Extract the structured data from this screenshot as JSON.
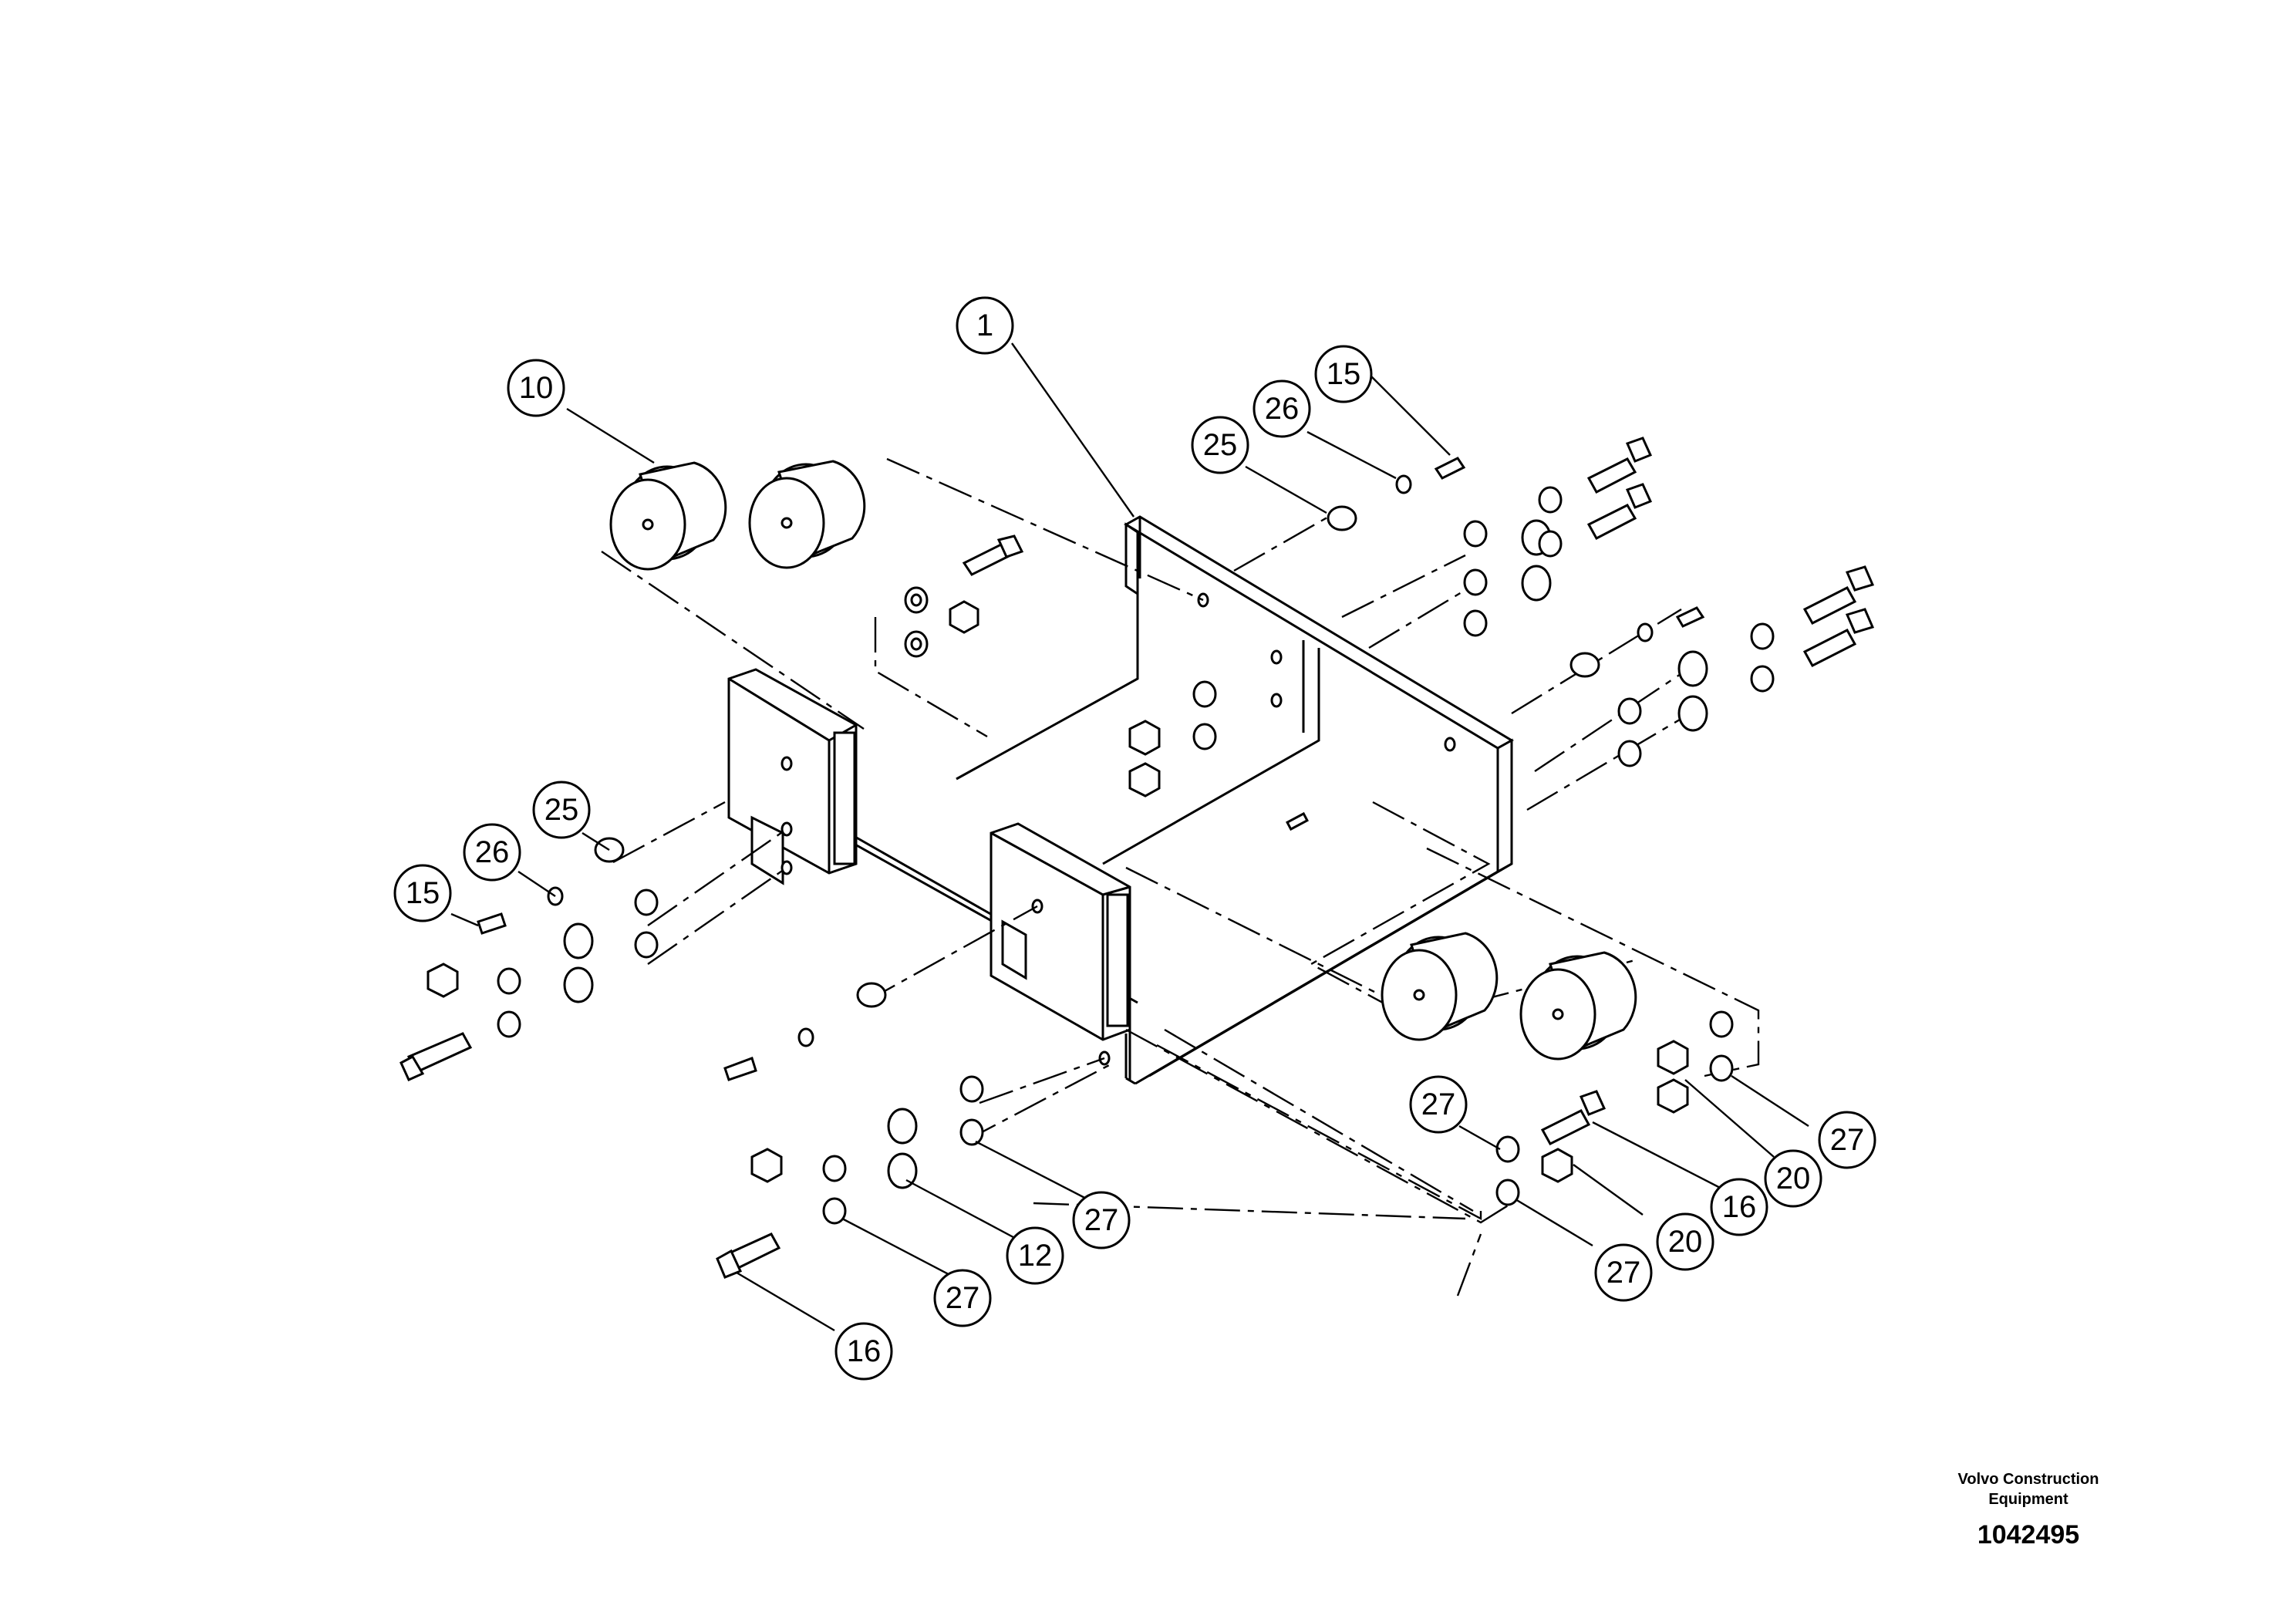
{
  "callouts": [
    {
      "id": "c1",
      "label": "1"
    },
    {
      "id": "c10",
      "label": "10"
    },
    {
      "id": "c15a",
      "label": "15"
    },
    {
      "id": "c26a",
      "label": "26"
    },
    {
      "id": "c25a",
      "label": "25"
    },
    {
      "id": "c25b",
      "label": "25"
    },
    {
      "id": "c26b",
      "label": "26"
    },
    {
      "id": "c15b",
      "label": "15"
    },
    {
      "id": "c27a",
      "label": "27"
    },
    {
      "id": "c27b",
      "label": "27"
    },
    {
      "id": "c16a",
      "label": "16"
    },
    {
      "id": "c20a",
      "label": "20"
    },
    {
      "id": "c20b",
      "label": "20"
    },
    {
      "id": "c27c",
      "label": "27"
    },
    {
      "id": "c27d",
      "label": "27"
    },
    {
      "id": "c12",
      "label": "12"
    },
    {
      "id": "c27e",
      "label": "27"
    },
    {
      "id": "c16b",
      "label": "16"
    }
  ],
  "footer": {
    "company_line1": "Volvo Construction",
    "company_line2": "Equipment",
    "doc_number": "1042495"
  }
}
